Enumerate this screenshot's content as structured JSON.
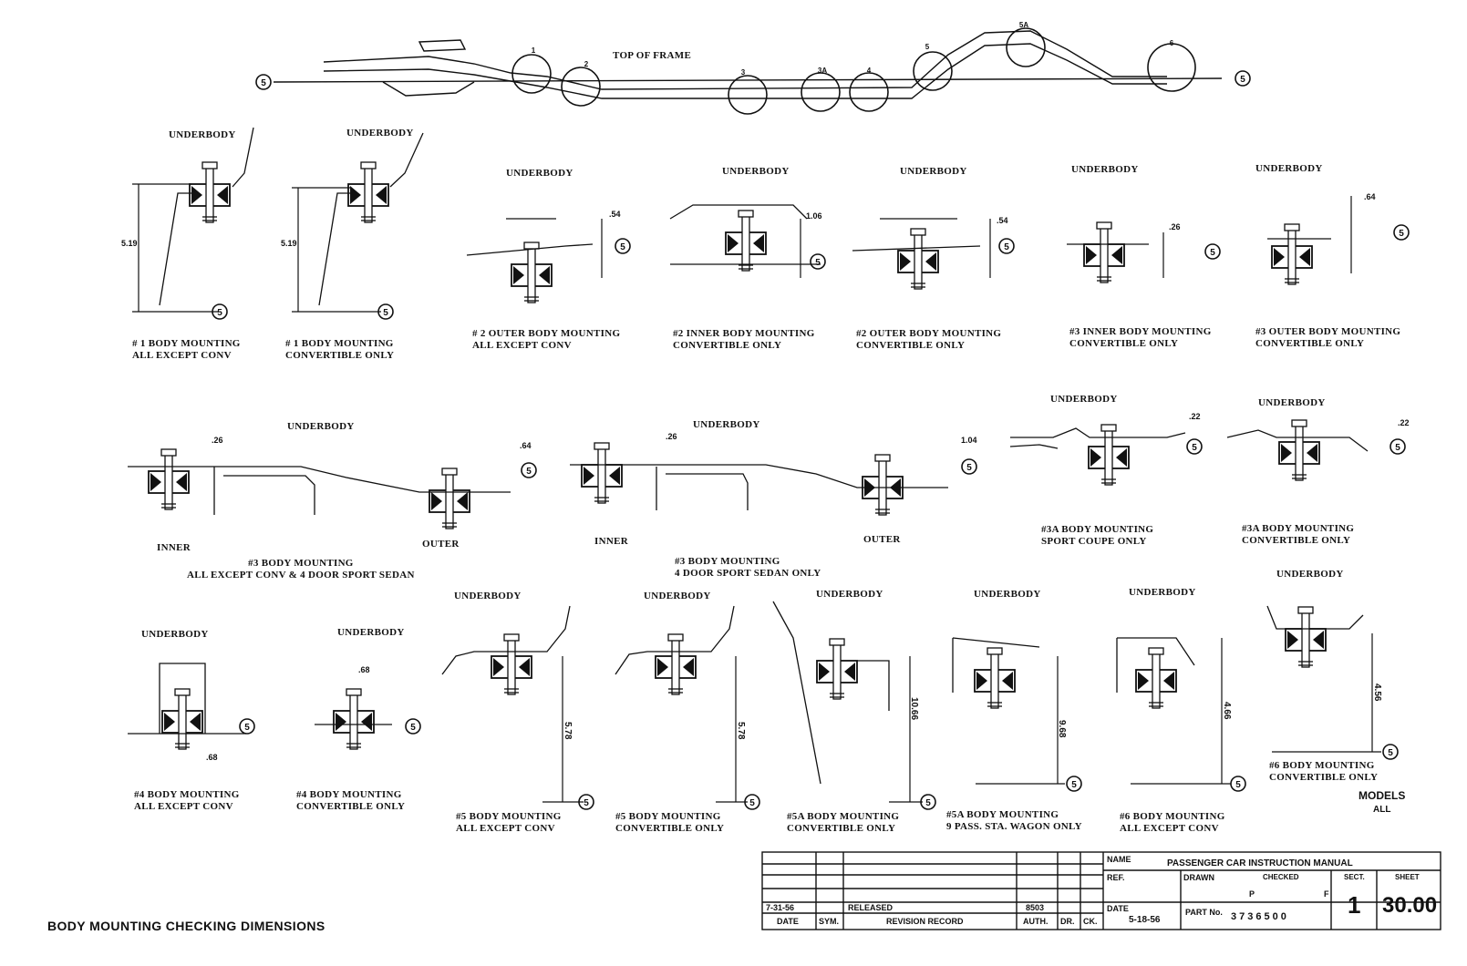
{
  "title": "BODY MOUNTING CHECKING DIMENSIONS",
  "frame": {
    "label": "TOP OF FRAME",
    "datum": "5",
    "stations": [
      "1",
      "2",
      "3",
      "3A",
      "4",
      "5",
      "5A",
      "6"
    ]
  },
  "underbody_label": "UNDERBODY",
  "row1": [
    {
      "caption": "# 1 BODY MOUNTING\nALL EXCEPT CONV",
      "dim": "5.19"
    },
    {
      "caption": "# 1 BODY MOUNTING\nCONVERTIBLE ONLY",
      "dim": "5.19"
    },
    {
      "caption": "# 2 OUTER BODY MOUNTING\nALL EXCEPT CONV",
      "dim": ".54"
    },
    {
      "caption": "#2 INNER BODY MOUNTING\nCONVERTIBLE ONLY",
      "dim": "1.06"
    },
    {
      "caption": "#2 OUTER BODY MOUNTING\nCONVERTIBLE ONLY",
      "dim": ".54"
    },
    {
      "caption": "#3 INNER BODY MOUNTING\nCONVERTIBLE ONLY",
      "dim": ".26"
    },
    {
      "caption": "#3 OUTER BODY MOUNTING\nCONVERTIBLE ONLY",
      "dim": ".64"
    }
  ],
  "row2": {
    "left": {
      "caption": "#3 BODY MOUNTING\nALL EXCEPT CONV & 4 DOOR SPORT SEDAN",
      "inner": "INNER",
      "outer": "OUTER",
      "dim_inner": ".26",
      "dim_outer": ".64"
    },
    "mid": {
      "caption": "#3 BODY MOUNTING\n4 DOOR SPORT SEDAN ONLY",
      "inner": "INNER",
      "outer": "OUTER",
      "dim_inner": ".26",
      "dim_outer": "1.04"
    },
    "r1": {
      "caption": "#3A BODY MOUNTING\nSPORT COUPE ONLY",
      "dim": ".22"
    },
    "r2": {
      "caption": "#3A BODY MOUNTING\nCONVERTIBLE ONLY",
      "dim": ".22"
    }
  },
  "row3": [
    {
      "caption": "#4 BODY MOUNTING\nALL EXCEPT CONV",
      "dim": ".68"
    },
    {
      "caption": "#4 BODY MOUNTING\nCONVERTIBLE ONLY",
      "dim": ".68"
    },
    {
      "caption": "#5 BODY MOUNTING\nALL EXCEPT CONV",
      "dim": "5.78"
    },
    {
      "caption": "#5 BODY MOUNTING\nCONVERTIBLE ONLY",
      "dim": "5.78"
    },
    {
      "caption": "#5A BODY MOUNTING\nCONVERTIBLE ONLY",
      "dim": "10.66"
    },
    {
      "caption": "#5A BODY MOUNTING\n9 PASS. STA. WAGON ONLY",
      "dim": "9.68"
    },
    {
      "caption": "#6 BODY MOUNTING\nALL EXCEPT CONV",
      "dim": "4.66"
    },
    {
      "caption": "#6 BODY MOUNTING\nCONVERTIBLE ONLY",
      "dim": "4.56"
    }
  ],
  "models": {
    "label": "MODELS",
    "value": "ALL"
  },
  "title_block": {
    "name_label": "NAME",
    "name": "PASSENGER CAR INSTRUCTION MANUAL",
    "ref_label": "REF.",
    "drawn_label": "DRAWN",
    "drawn": "P",
    "checked_label": "CHECKED",
    "checked": "F",
    "sect_label": "SECT.",
    "sect": "1",
    "sheet_label": "SHEET",
    "sheet": "30.00",
    "date_label": "DATE",
    "date": "5-18-56",
    "part_label": "PART No.",
    "part": "3736500",
    "rev_date": "7-31-56",
    "rev_text": "RELEASED",
    "rev_auth": "8503",
    "hdr_date": "DATE",
    "hdr_sym": "SYM.",
    "hdr_rev": "REVISION RECORD",
    "hdr_auth": "AUTH.",
    "hdr_dr": "DR.",
    "hdr_ck": "CK."
  }
}
